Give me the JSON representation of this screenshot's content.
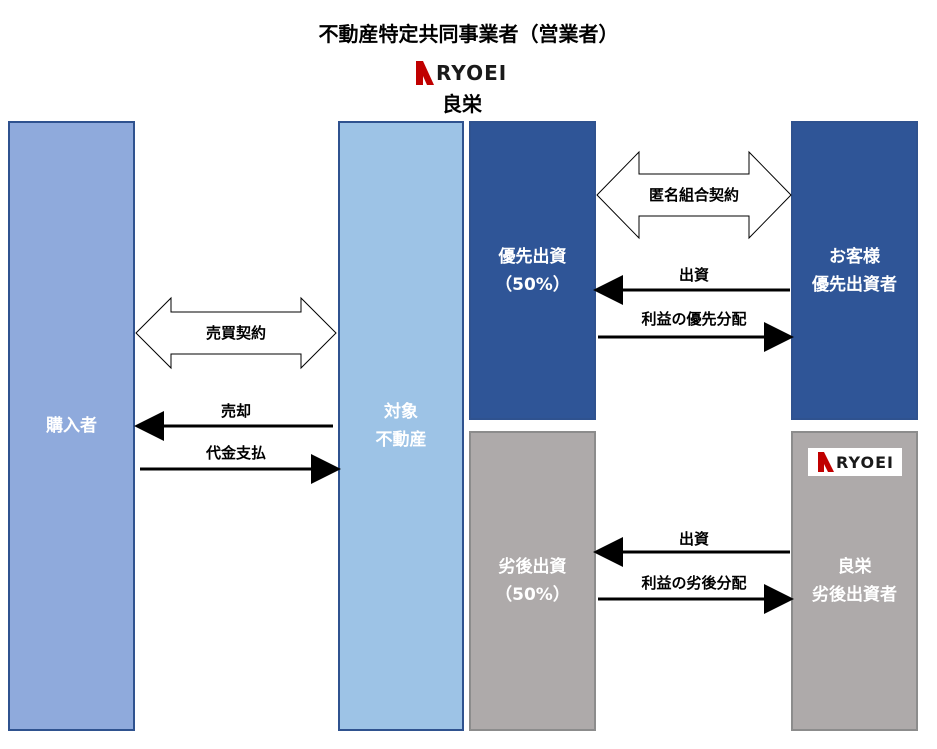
{
  "title": "不動産特定共同事業者（営業者）",
  "operator": {
    "logo_text": "RYOEI",
    "name": "良栄"
  },
  "boxes": {
    "buyer": "購入者",
    "property": "対象\n不動産",
    "senior": "優先出資\n（50%）",
    "customer": "お客様\n優先出資者",
    "junior": "劣後出資\n（50%）",
    "ryoei_investor": "良栄\n劣後出資者"
  },
  "ryoei_logo_text": "RYOEI",
  "contracts": {
    "sales_contract": "売買契約",
    "silent_partnership": "匿名組合契約"
  },
  "flows": {
    "sale": "売却",
    "payment": "代金支払",
    "senior_investment": "出資",
    "senior_distribution": "利益の優先分配",
    "junior_investment": "出資",
    "junior_distribution": "利益の劣後分配"
  },
  "colors": {
    "logo_red": "#c00000",
    "senior_blue": "#2f5597",
    "buyer_blue": "#8faadc",
    "property_blue": "#9dc3e6",
    "junior_gray": "#aeaaaa"
  }
}
